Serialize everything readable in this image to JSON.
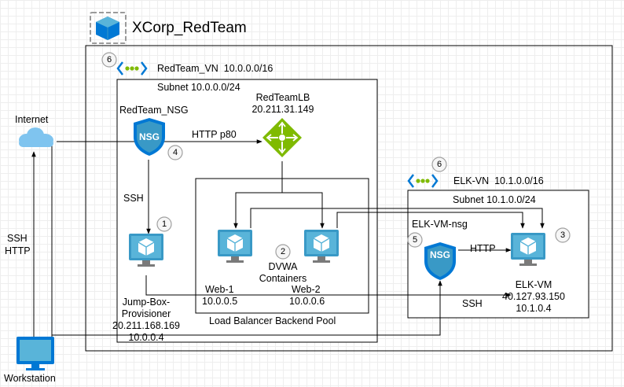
{
  "title": "XCorp_RedTeam",
  "vnet_main": {
    "name": "RedTeam_VN",
    "cidr": "10.0.0.0/16",
    "badge": "6"
  },
  "subnet_main": "Subnet 10.0.0.0/24",
  "nsg_main": {
    "name": "RedTeam_NSG",
    "badge": "4",
    "icon_text": "NSG"
  },
  "load_balancer": {
    "name": "RedTeamLB",
    "ip": "20.211.31.149"
  },
  "http_p80": "HTTP p80",
  "ssh_label": "SSH",
  "internet": "Internet",
  "jump_box": {
    "badge": "1",
    "name_line1": "Jump-Box-",
    "name_line2": "Provisioner",
    "public_ip": "20.211.168.169",
    "private_ip": "10.0.0.4"
  },
  "web1": {
    "name": "Web-1",
    "ip": "10.0.0.5"
  },
  "web2": {
    "name": "Web-2",
    "ip": "10.0.0.6"
  },
  "dvwa": {
    "badge": "2",
    "line1": "DVWA",
    "line2": "Containers"
  },
  "backend_pool": "Load Balancer Backend Pool",
  "elk_vn": {
    "name": "ELK-VN",
    "cidr": "10.1.0.0/16",
    "badge": "6"
  },
  "elk_subnet": "Subnet 10.1.0.0/24",
  "elk_nsg": {
    "name": "ELK-VM-nsg",
    "badge": "5",
    "icon_text": "NSG"
  },
  "elk_http": "HTTP",
  "elk_ssh": "SSH",
  "elk_vm": {
    "badge": "3",
    "name": "ELK-VM",
    "public_ip": "40.127.93.150",
    "private_ip": "10.1.0.4"
  },
  "ssh_http": {
    "line1": "SSH",
    "line2": "HTTP"
  },
  "workstation": "Workstation",
  "colors": {
    "azure_blue": "#0078d4",
    "vm_light": "#59b4d9",
    "lb_green": "#7fba00",
    "vnet_green": "#7fba00",
    "cloud": "#7fc4ef"
  }
}
